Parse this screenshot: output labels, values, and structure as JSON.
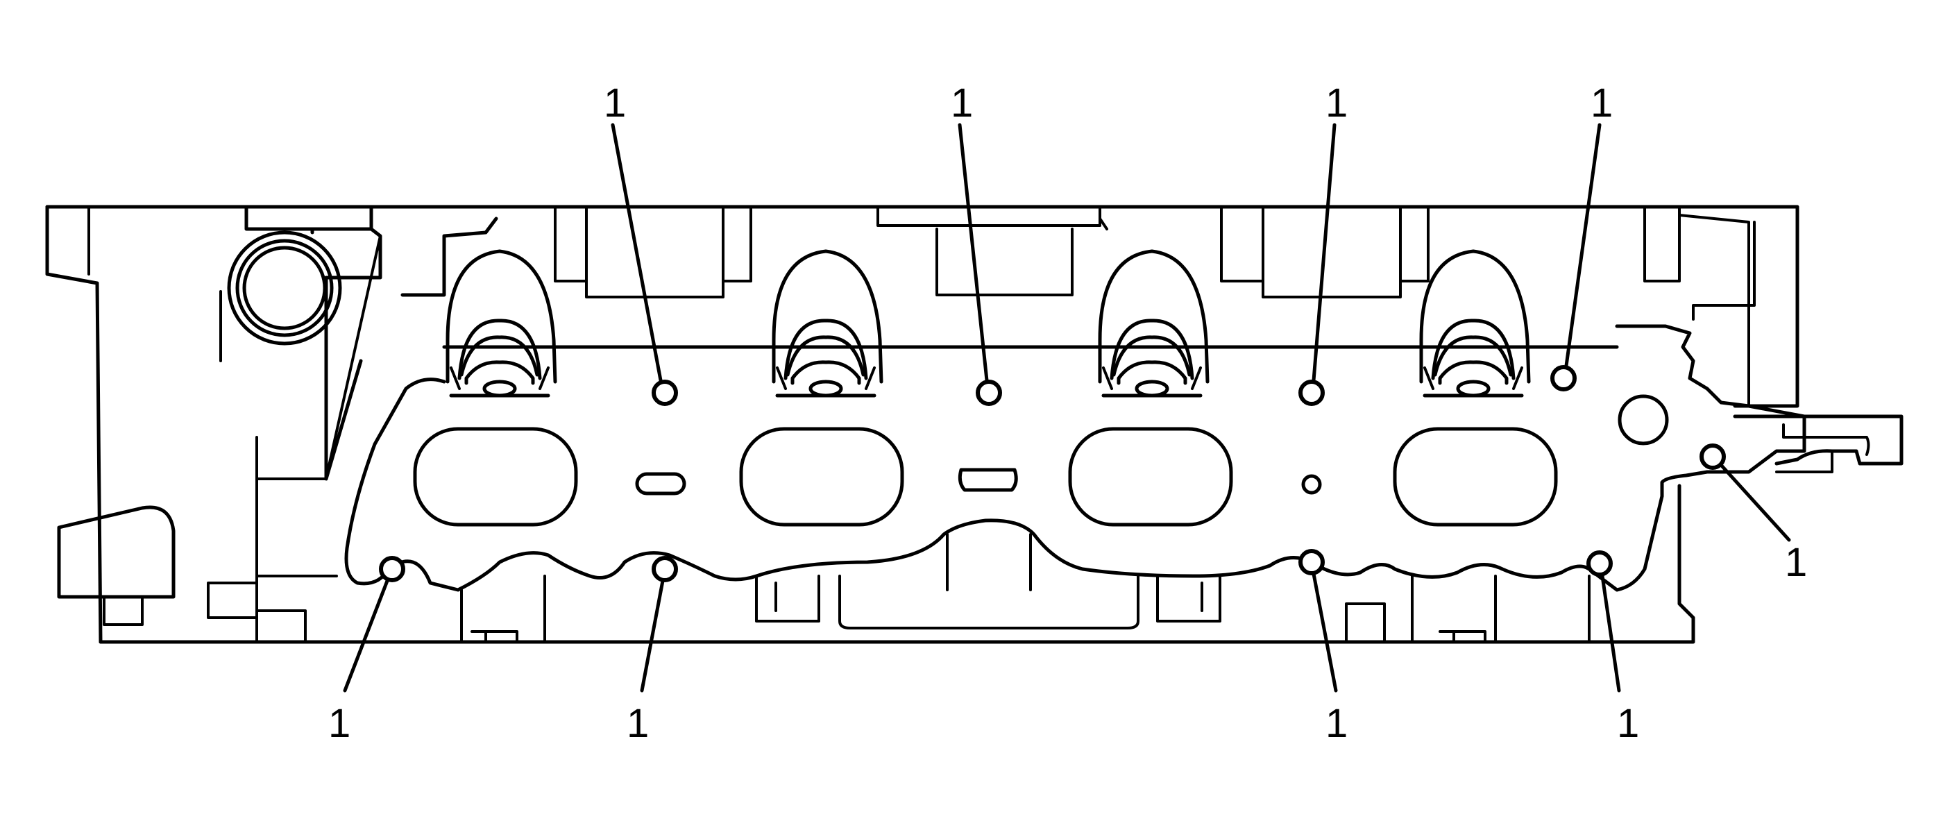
{
  "callouts": [
    {
      "id": "c1",
      "label": "1"
    },
    {
      "id": "c2",
      "label": "1"
    },
    {
      "id": "c3",
      "label": "1"
    },
    {
      "id": "c4",
      "label": "1"
    },
    {
      "id": "c5",
      "label": "1"
    },
    {
      "id": "c6",
      "label": "1"
    },
    {
      "id": "c7",
      "label": "1"
    },
    {
      "id": "c8",
      "label": "1"
    },
    {
      "id": "c9",
      "label": "1"
    }
  ],
  "colors": {
    "line": "#000000",
    "background": "#ffffff"
  }
}
